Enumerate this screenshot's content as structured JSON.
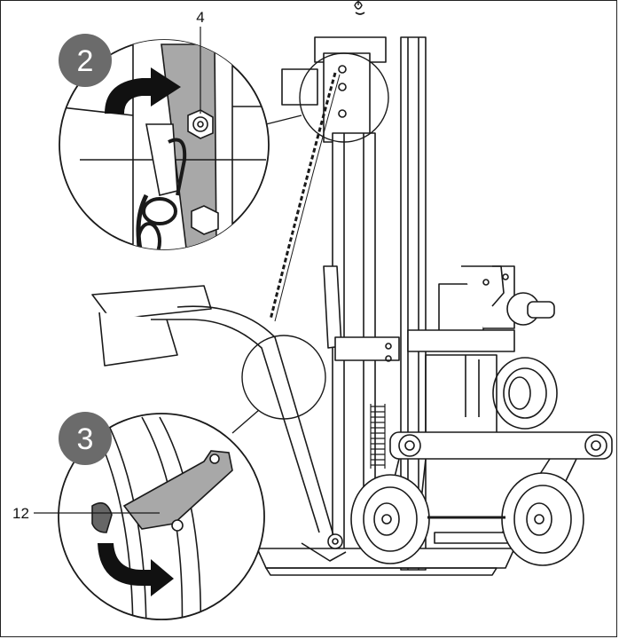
{
  "figure": {
    "steps": [
      {
        "number": "2",
        "action": "rotate-clockwise-arrow"
      },
      {
        "number": "3",
        "action": "rotate-counterclockwise-arrow"
      }
    ],
    "callouts": [
      {
        "label": "4",
        "target": "hex-nut-bolt"
      },
      {
        "label": "12",
        "target": "locking-lever"
      }
    ],
    "colors": {
      "line": "#1a1a1a",
      "badge_fill": "#6b6b6b",
      "bracket_fill": "#a8a8a8",
      "arrow_fill": "#111111",
      "background": "#ffffff"
    },
    "icons": [
      "chain",
      "hex-nut",
      "arrow",
      "wheel",
      "lever"
    ]
  }
}
